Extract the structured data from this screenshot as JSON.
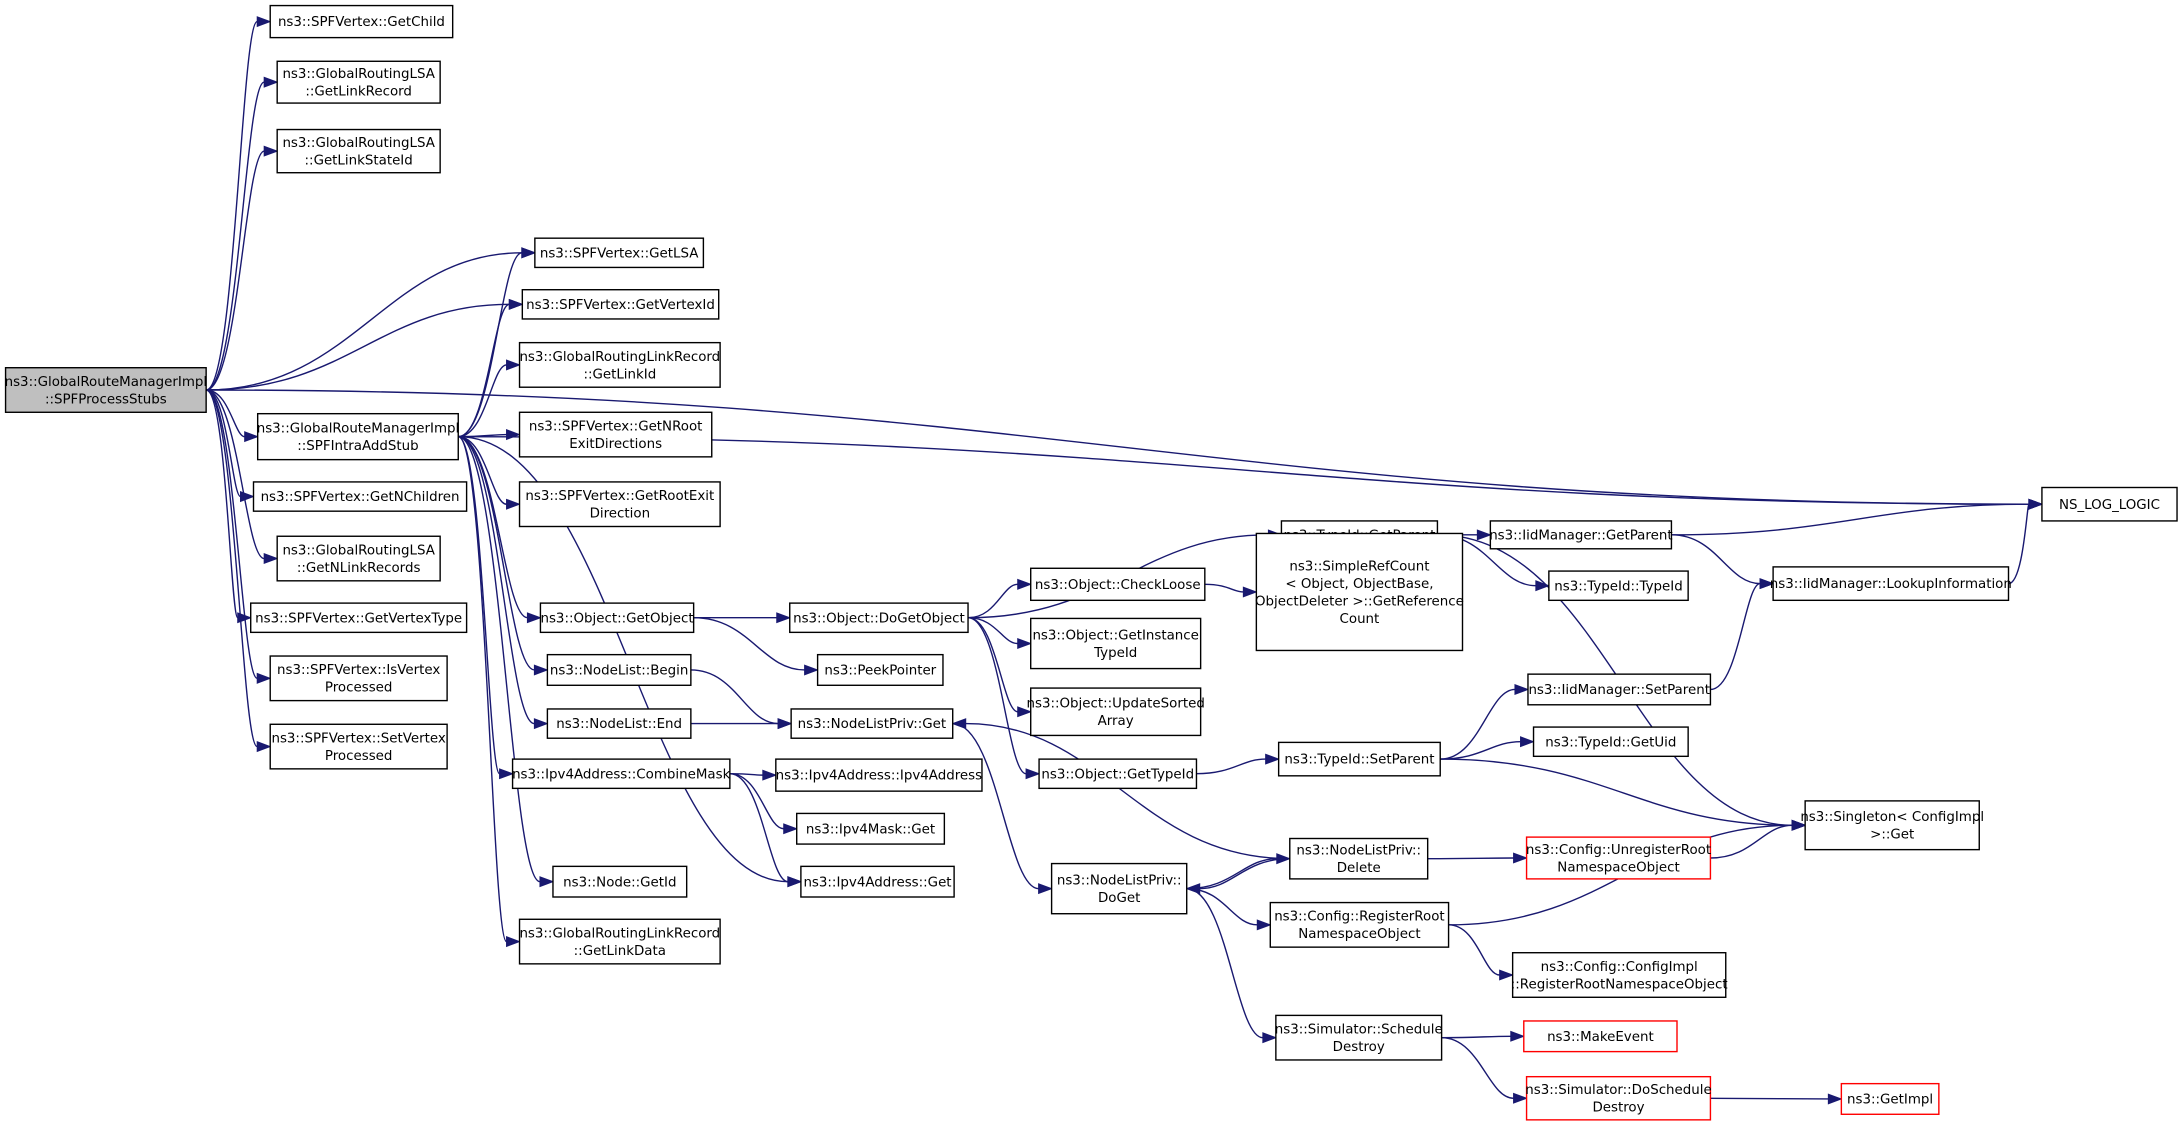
{
  "colors": {
    "edge": "#191970",
    "root_fill": "#bfbfbf",
    "box_border": "#000000",
    "truncated_border": "#ff0000",
    "background": "#ffffff"
  },
  "nodes": [
    {
      "id": "root",
      "lines": [
        "ns3::GlobalRouteManagerImpl",
        "::SPFProcessStubs"
      ],
      "style": "root"
    },
    {
      "id": "getchild",
      "lines": [
        "ns3::SPFVertex::GetChild"
      ]
    },
    {
      "id": "getlinkrecord",
      "lines": [
        "ns3::GlobalRoutingLSA",
        "::GetLinkRecord"
      ]
    },
    {
      "id": "getlinkstateid",
      "lines": [
        "ns3::GlobalRoutingLSA",
        "::GetLinkStateId"
      ]
    },
    {
      "id": "getlsa",
      "lines": [
        "ns3::SPFVertex::GetLSA"
      ]
    },
    {
      "id": "getvertexid",
      "lines": [
        "ns3::SPFVertex::GetVertexId"
      ]
    },
    {
      "id": "linkid",
      "lines": [
        "ns3::GlobalRoutingLinkRecord",
        "::GetLinkId"
      ]
    },
    {
      "id": "intraaddstub",
      "lines": [
        "ns3::GlobalRouteManagerImpl",
        "::SPFIntraAddStub"
      ]
    },
    {
      "id": "getnroot",
      "lines": [
        "ns3::SPFVertex::GetNRoot",
        "ExitDirections"
      ]
    },
    {
      "id": "getrootexit",
      "lines": [
        "ns3::SPFVertex::GetRootExit",
        "Direction"
      ]
    },
    {
      "id": "getnchildren",
      "lines": [
        "ns3::SPFVertex::GetNChildren"
      ]
    },
    {
      "id": "getnlinkrecords",
      "lines": [
        "ns3::GlobalRoutingLSA",
        "::GetNLinkRecords"
      ]
    },
    {
      "id": "getvertextype",
      "lines": [
        "ns3::SPFVertex::GetVertexType"
      ]
    },
    {
      "id": "isvertexprocessed",
      "lines": [
        "ns3::SPFVertex::IsVertex",
        "Processed"
      ]
    },
    {
      "id": "setvertexprocessed",
      "lines": [
        "ns3::SPFVertex::SetVertex",
        "Processed"
      ]
    },
    {
      "id": "nslog",
      "lines": [
        "NS_LOG_LOGIC"
      ]
    },
    {
      "id": "typeid_getparent",
      "lines": [
        "ns3::TypeId::GetParent"
      ]
    },
    {
      "id": "iid_getparent",
      "lines": [
        "ns3::IidManager::GetParent"
      ]
    },
    {
      "id": "typeid_typeid",
      "lines": [
        "ns3::TypeId::TypeId"
      ]
    },
    {
      "id": "lookupinfo",
      "lines": [
        "ns3::IidManager::LookupInformation"
      ]
    },
    {
      "id": "getobject",
      "lines": [
        "ns3::Object::GetObject"
      ]
    },
    {
      "id": "dogetobject",
      "lines": [
        "ns3::Object::DoGetObject"
      ]
    },
    {
      "id": "checkloose",
      "lines": [
        "ns3::Object::CheckLoose"
      ]
    },
    {
      "id": "simplerefcount",
      "lines": [
        "ns3::SimpleRefCount",
        "< Object, ObjectBase,",
        "ObjectDeleter >::GetReference",
        "Count"
      ]
    },
    {
      "id": "getinstancetypeid",
      "lines": [
        "ns3::Object::GetInstance",
        "TypeId"
      ]
    },
    {
      "id": "peekpointer",
      "lines": [
        "ns3::PeekPointer"
      ]
    },
    {
      "id": "nodelist_begin",
      "lines": [
        "ns3::NodeList::Begin"
      ]
    },
    {
      "id": "updatesorted",
      "lines": [
        "ns3::Object::UpdateSorted",
        "Array"
      ]
    },
    {
      "id": "iid_setparent",
      "lines": [
        "ns3::IidManager::SetParent"
      ]
    },
    {
      "id": "nodelist_end",
      "lines": [
        "ns3::NodeList::End"
      ]
    },
    {
      "id": "nodelistpriv_get",
      "lines": [
        "ns3::NodeListPriv::Get"
      ]
    },
    {
      "id": "getuid",
      "lines": [
        "ns3::TypeId::GetUid"
      ]
    },
    {
      "id": "getobject_typeid",
      "lines": [
        "ns3::Object::GetTypeId"
      ]
    },
    {
      "id": "typeid_setparent",
      "lines": [
        "ns3::TypeId::SetParent"
      ]
    },
    {
      "id": "combinemask",
      "lines": [
        "ns3::Ipv4Address::CombineMask"
      ]
    },
    {
      "id": "ipv4address_ctor",
      "lines": [
        "ns3::Ipv4Address::Ipv4Address"
      ]
    },
    {
      "id": "singleton_get",
      "lines": [
        "ns3::Singleton< ConfigImpl",
        ">::Get"
      ]
    },
    {
      "id": "ipv4mask_get",
      "lines": [
        "ns3::Ipv4Mask::Get"
      ]
    },
    {
      "id": "nodelistpriv_delete",
      "lines": [
        "ns3::NodeListPriv::",
        "Delete"
      ]
    },
    {
      "id": "config_unregister",
      "lines": [
        "ns3::Config::UnregisterRoot",
        "NamespaceObject"
      ],
      "style": "red"
    },
    {
      "id": "node_getid",
      "lines": [
        "ns3::Node::GetId"
      ]
    },
    {
      "id": "ipv4address_get",
      "lines": [
        "ns3::Ipv4Address::Get"
      ]
    },
    {
      "id": "nodelistpriv_doget",
      "lines": [
        "ns3::NodeListPriv::",
        "DoGet"
      ]
    },
    {
      "id": "getlinkdata",
      "lines": [
        "ns3::GlobalRoutingLinkRecord",
        "::GetLinkData"
      ]
    },
    {
      "id": "config_register",
      "lines": [
        "ns3::Config::RegisterRoot",
        "NamespaceObject"
      ]
    },
    {
      "id": "configimpl_register",
      "lines": [
        "ns3::Config::ConfigImpl",
        "::RegisterRootNamespaceObject"
      ]
    },
    {
      "id": "schedule_destroy",
      "lines": [
        "ns3::Simulator::Schedule",
        "Destroy"
      ]
    },
    {
      "id": "makeevent",
      "lines": [
        "ns3::MakeEvent"
      ],
      "style": "red"
    },
    {
      "id": "doschedule_destroy",
      "lines": [
        "ns3::Simulator::DoSchedule",
        "Destroy"
      ],
      "style": "red"
    },
    {
      "id": "getimpl",
      "lines": [
        "ns3::GetImpl"
      ],
      "style": "red"
    }
  ],
  "edges": [
    [
      "root",
      "getchild"
    ],
    [
      "root",
      "getlinkrecord"
    ],
    [
      "root",
      "getlinkstateid"
    ],
    [
      "root",
      "nslog"
    ],
    [
      "root",
      "getlsa"
    ],
    [
      "root",
      "getvertexid"
    ],
    [
      "root",
      "intraaddstub"
    ],
    [
      "root",
      "getnchildren"
    ],
    [
      "root",
      "getnlinkrecords"
    ],
    [
      "root",
      "getvertextype"
    ],
    [
      "root",
      "isvertexprocessed"
    ],
    [
      "root",
      "setvertexprocessed"
    ],
    [
      "intraaddstub",
      "getlsa"
    ],
    [
      "intraaddstub",
      "getvertexid"
    ],
    [
      "intraaddstub",
      "linkid"
    ],
    [
      "intraaddstub",
      "getnroot"
    ],
    [
      "intraaddstub",
      "getrootexit"
    ],
    [
      "intraaddstub",
      "nslog"
    ],
    [
      "intraaddstub",
      "getobject"
    ],
    [
      "intraaddstub",
      "nodelist_begin"
    ],
    [
      "intraaddstub",
      "nodelist_end"
    ],
    [
      "intraaddstub",
      "combinemask"
    ],
    [
      "intraaddstub",
      "ipv4address_get"
    ],
    [
      "intraaddstub",
      "node_getid"
    ],
    [
      "intraaddstub",
      "getlinkdata"
    ],
    [
      "getobject",
      "dogetobject"
    ],
    [
      "getobject",
      "peekpointer"
    ],
    [
      "dogetobject",
      "typeid_getparent"
    ],
    [
      "dogetobject",
      "checkloose"
    ],
    [
      "dogetobject",
      "getinstancetypeid"
    ],
    [
      "dogetobject",
      "updatesorted"
    ],
    [
      "dogetobject",
      "getobject_typeid"
    ],
    [
      "checkloose",
      "simplerefcount"
    ],
    [
      "typeid_getparent",
      "iid_getparent"
    ],
    [
      "typeid_getparent",
      "typeid_typeid"
    ],
    [
      "typeid_getparent",
      "singleton_get"
    ],
    [
      "iid_getparent",
      "nslog"
    ],
    [
      "iid_getparent",
      "lookupinfo"
    ],
    [
      "lookupinfo",
      "nslog"
    ],
    [
      "nodelist_begin",
      "nodelistpriv_get"
    ],
    [
      "nodelist_end",
      "nodelistpriv_get"
    ],
    [
      "nodelistpriv_get",
      "nodelistpriv_doget"
    ],
    [
      "getobject_typeid",
      "typeid_setparent"
    ],
    [
      "typeid_setparent",
      "iid_setparent"
    ],
    [
      "typeid_setparent",
      "getuid"
    ],
    [
      "typeid_setparent",
      "singleton_get"
    ],
    [
      "iid_setparent",
      "lookupinfo"
    ],
    [
      "combinemask",
      "ipv4address_ctor"
    ],
    [
      "combinemask",
      "ipv4mask_get"
    ],
    [
      "combinemask",
      "ipv4address_get"
    ],
    [
      "nodelistpriv_doget",
      "nodelistpriv_delete"
    ],
    [
      "nodelistpriv_delete",
      "nodelistpriv_doget"
    ],
    [
      "nodelistpriv_delete",
      "nodelistpriv_get"
    ],
    [
      "nodelistpriv_delete",
      "config_unregister"
    ],
    [
      "config_unregister",
      "singleton_get"
    ],
    [
      "nodelistpriv_doget",
      "config_register"
    ],
    [
      "config_register",
      "singleton_get"
    ],
    [
      "config_register",
      "configimpl_register"
    ],
    [
      "nodelistpriv_doget",
      "schedule_destroy"
    ],
    [
      "schedule_destroy",
      "makeevent"
    ],
    [
      "schedule_destroy",
      "doschedule_destroy"
    ],
    [
      "doschedule_destroy",
      "getimpl"
    ]
  ]
}
